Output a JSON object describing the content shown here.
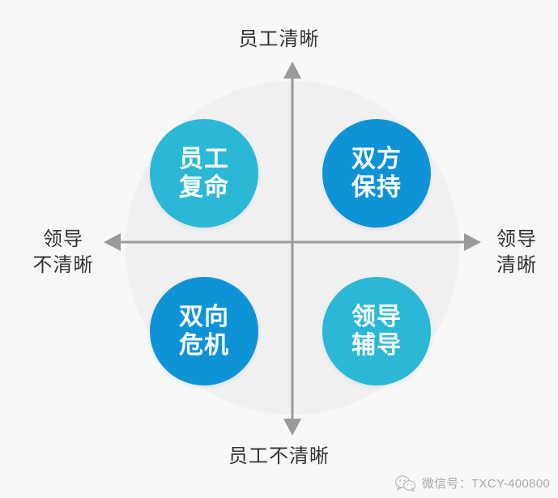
{
  "diagram": {
    "type": "2x2-quadrant-matrix",
    "background_color": "#f7f7f7",
    "backdrop_color": "#eeeeee",
    "axes": {
      "vertical_top_label": "员工清晰",
      "vertical_bottom_label": "员工不清晰",
      "horizontal_left_label_line1": "领导",
      "horizontal_left_label_line2": "不清晰",
      "horizontal_right_label_line1": "领导",
      "horizontal_right_label_line2": "清晰",
      "axis_color": "#9a9a9a"
    },
    "quadrants": [
      {
        "id": "top-left",
        "line1": "员工",
        "line2": "复命",
        "color": "#2bb8d6"
      },
      {
        "id": "top-right",
        "line1": "双方",
        "line2": "保持",
        "color": "#0e93d7"
      },
      {
        "id": "bottom-left",
        "line1": "双向",
        "line2": "危机",
        "color": "#0e93d7"
      },
      {
        "id": "bottom-right",
        "line1": "领导",
        "line2": "辅导",
        "color": "#2bb8d6"
      }
    ]
  },
  "watermark": {
    "icon": "wechat-icon",
    "text": "微信号：TXCY-400800"
  }
}
